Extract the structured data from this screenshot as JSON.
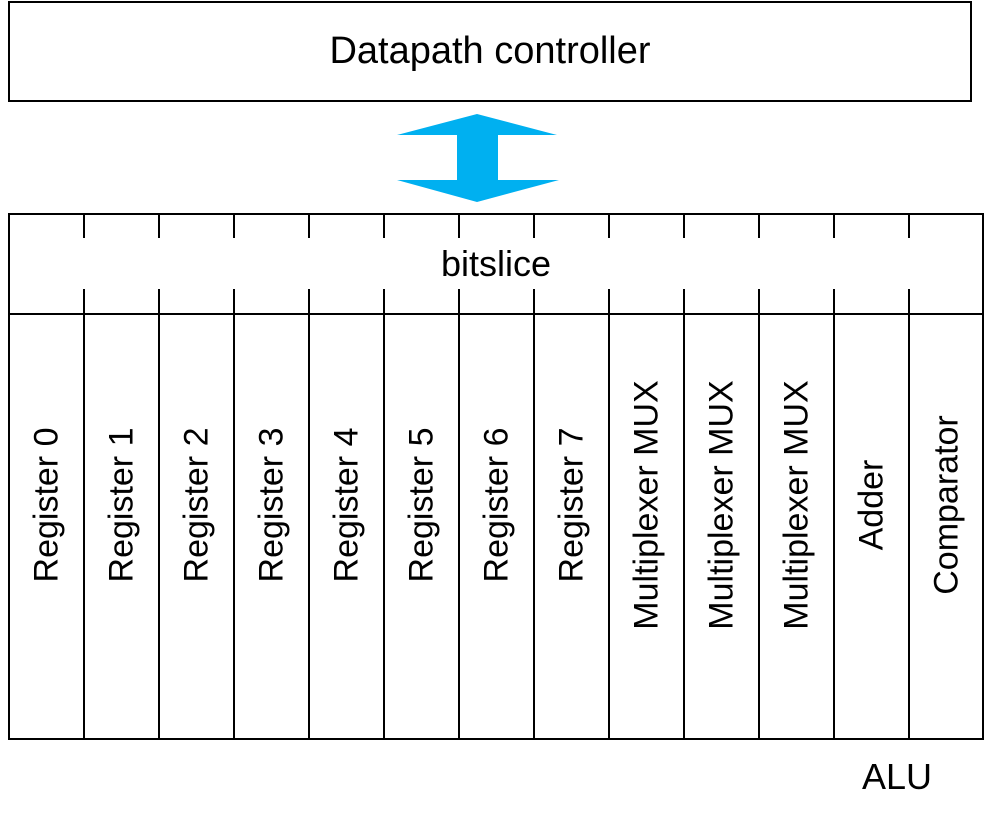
{
  "controller": {
    "label": "Datapath controller"
  },
  "arrow": {
    "color": "#00B0F0",
    "direction": "bidirectional"
  },
  "bitslice": {
    "label": "bitslice"
  },
  "components": [
    "Register 0",
    "Register 1",
    "Register 2",
    "Register 3",
    "Register 4",
    "Register 5",
    "Register 6",
    "Register 7",
    "Multiplexer MUX",
    "Multiplexer MUX",
    "Multiplexer MUX",
    "Adder",
    "Comparator"
  ],
  "alu": {
    "label": "ALU"
  }
}
